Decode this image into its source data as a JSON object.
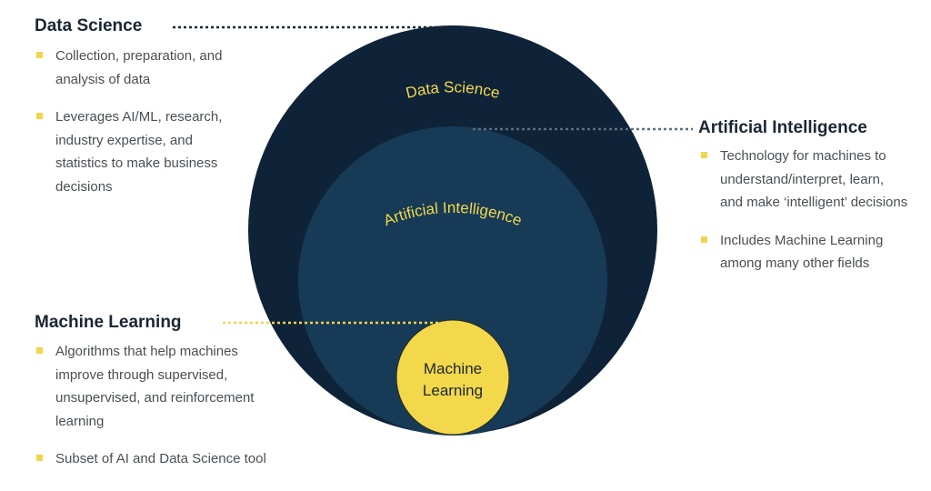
{
  "colors": {
    "outer_circle": "#0f2338",
    "middle_circle": "#173a56",
    "inner_circle": "#f3d84b",
    "accent": "#f2d54a",
    "heading": "#1b2634",
    "body_text": "#4a4f55"
  },
  "diagram": {
    "outer_label": "Data Science",
    "middle_label": "Artificial Intelligence",
    "inner_label_line1": "Machine",
    "inner_label_line2": "Learning"
  },
  "data_science": {
    "title": "Data Science",
    "bullets": [
      "Collection, preparation, and analysis of data",
      "Leverages AI/ML, research, industry expertise, and statistics to make business decisions"
    ]
  },
  "artificial_intelligence": {
    "title": "Artificial Intelligence",
    "bullets": [
      "Technology for machines to understand/interpret, learn, and make ‘intelligent’ decisions",
      "Includes Machine Learning among many other fields"
    ]
  },
  "machine_learning": {
    "title": "Machine Learning",
    "bullets": [
      "Algorithms that help machines improve  through supervised, unsupervised, and reinforcement learning",
      "Subset of AI and Data Science tool"
    ]
  }
}
